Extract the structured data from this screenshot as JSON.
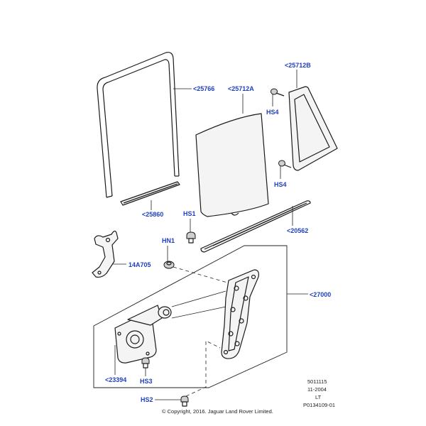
{
  "callouts": {
    "c25766": "<25766",
    "c25712a": "<25712A",
    "c25712b": "<25712B",
    "c25860": "<25860",
    "c20562": "<20562",
    "c14a705": "14A705",
    "c27000": "<27000",
    "c23394": "<23394",
    "hs1": "HS1",
    "hs2": "HS2",
    "hs3": "HS3",
    "hs4_top": "HS4",
    "hs4_bottom": "HS4",
    "hn1": "HN1"
  },
  "info_block": {
    "line1": "5011115",
    "line2": "11-2004",
    "line3": "LT",
    "line4": "P0134109-01"
  },
  "copyright": "© Copyright, 2016. Jaguar Land Rover Limited.",
  "colors": {
    "callout": "#1f3fbf",
    "line": "#1a1a1a"
  }
}
